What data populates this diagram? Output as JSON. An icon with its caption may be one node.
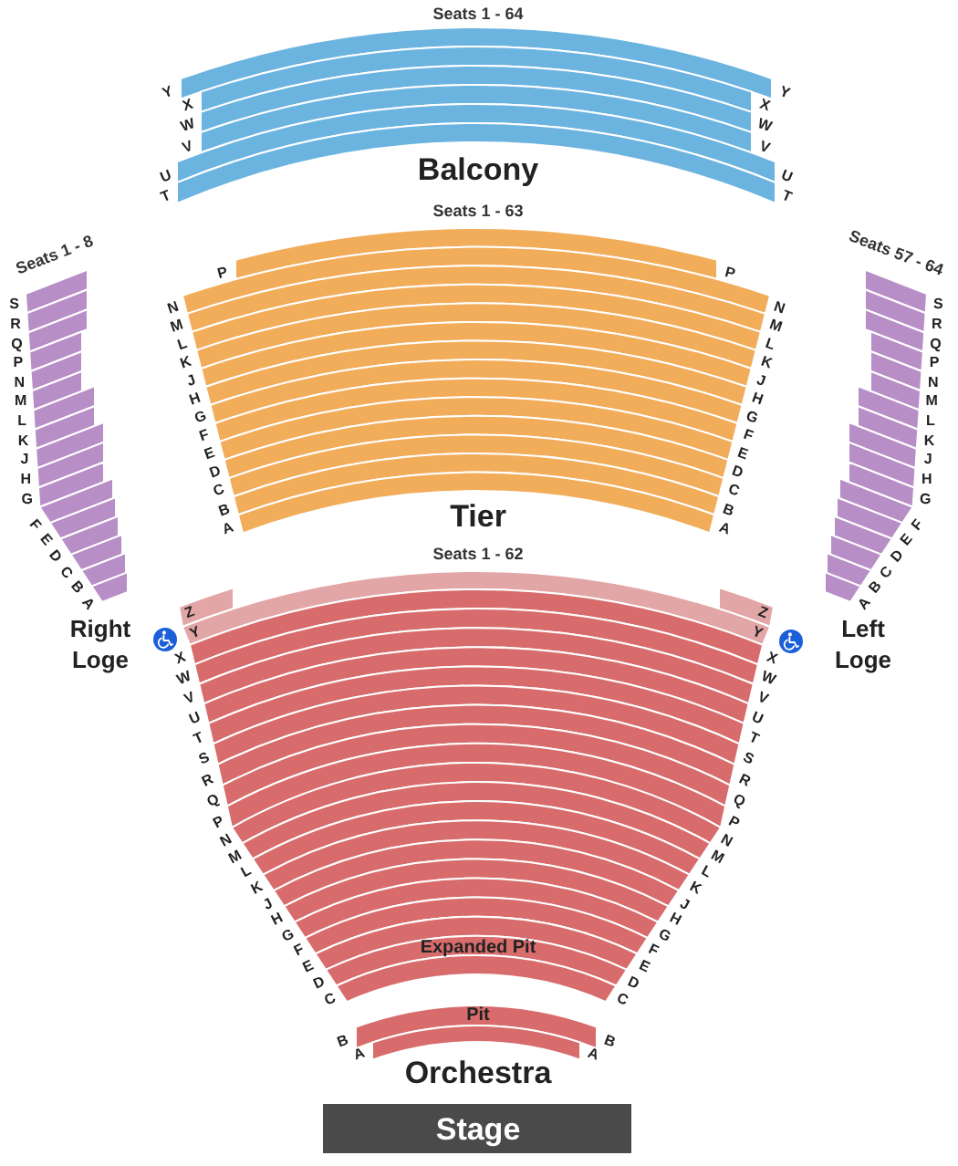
{
  "diagram": {
    "nodes": [
      {
        "text": [
          "Seats 1 - 64",
          "Balcony"
        ]
      },
      {
        "text": [
          "Seats 1 - 8"
        ],
        "beside": [
          "Right Loge"
        ]
      },
      {
        "text": [
          "Seats 1 - 63",
          "Tier"
        ]
      },
      {
        "text": [
          "Seats 57 - 64"
        ],
        "beside": [
          "Left Loge"
        ]
      },
      {
        "text": [
          "Seats 1 - 62"
        ]
      },
      {
        "text": [
          "Expanded Pit"
        ],
        "in": 4
      },
      {
        "text": [
          "Pit"
        ]
      },
      {
        "text": [
          "Stage"
        ]
      }
    ],
    "labels": [
      "Y",
      "X",
      "W",
      "V",
      "U",
      "T",
      "Y",
      "X",
      "W",
      "V",
      "U",
      "T",
      "S",
      "R",
      "Q",
      "P",
      "N",
      "M",
      "L",
      "K",
      "J",
      "H",
      "G",
      "F",
      "E",
      "D",
      "C",
      "B",
      "A",
      "P",
      "N",
      "M",
      "L",
      "K",
      "J",
      "H",
      "G",
      "F",
      "E",
      "D",
      "C",
      "B",
      "A",
      "P",
      "N",
      "M",
      "L",
      "K",
      "J",
      "H",
      "G",
      "F",
      "E",
      "D",
      "C",
      "B",
      "A",
      "S",
      "R",
      "Q",
      "P",
      "N",
      "M",
      "L",
      "K",
      "J",
      "H",
      "G",
      "F",
      "E",
      "D",
      "C",
      "B",
      "A",
      "Z",
      "Y",
      "X",
      "W",
      "V",
      "U",
      "T",
      "S",
      "R",
      "Q",
      "P",
      "N",
      "M",
      "L",
      "K",
      "J",
      "H",
      "G",
      "F",
      "E",
      "D",
      "C",
      "Z",
      "Y",
      "X",
      "W",
      "V",
      "U",
      "T",
      "S",
      "R",
      "Q",
      "P",
      "N",
      "M",
      "L",
      "K",
      "J",
      "H",
      "G",
      "F",
      "E",
      "D",
      "C",
      "B",
      "A",
      "B",
      "A",
      "Orchestra"
    ]
  }
}
